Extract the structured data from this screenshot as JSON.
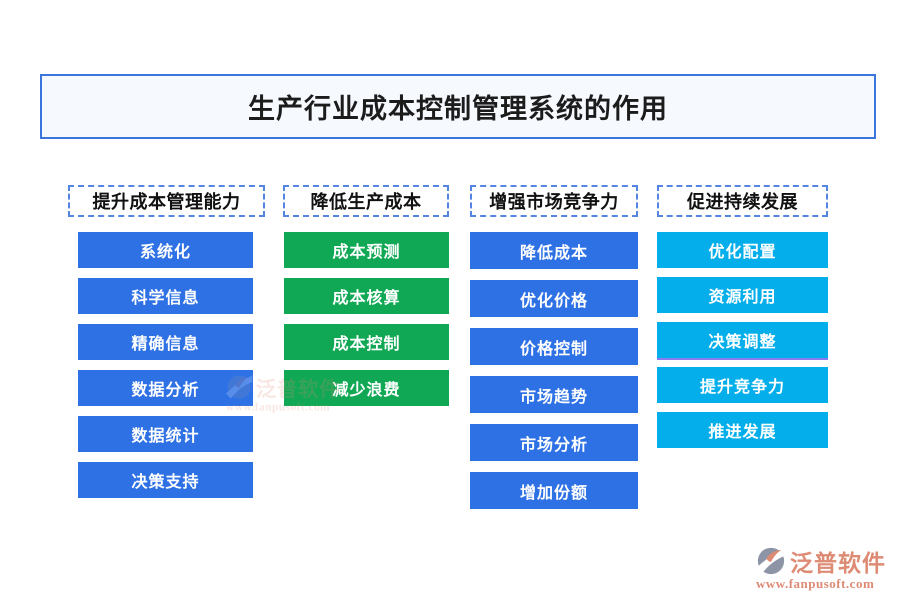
{
  "title": "生产行业成本控制管理系统的作用",
  "columns": [
    {
      "header": "提升成本管理能力",
      "color": "#2e71e5",
      "items": [
        "系统化",
        "科学信息",
        "精确信息",
        "数据分析",
        "数据统计",
        "决策支持"
      ]
    },
    {
      "header": "降低生产成本",
      "color": "#10a854",
      "items": [
        "成本预测",
        "成本核算",
        "成本控制",
        "减少浪费"
      ]
    },
    {
      "header": "增强市场竞争力",
      "color": "#2e71e5",
      "items": [
        "降低成本",
        "优化价格",
        "价格控制",
        "市场趋势",
        "市场分析",
        "增加份额"
      ]
    },
    {
      "header": "促进持续发展",
      "color": "#04aeea",
      "items": [
        "优化配置",
        "资源利用",
        "决策调整",
        "提升竞争力",
        "推进发展"
      ]
    }
  ],
  "watermark": {
    "brand": "泛普软件",
    "url": "www.fanpusoft.com"
  },
  "colors": {
    "title_border": "#3b76dc",
    "title_bg": "#f6f9fe",
    "header_border": "#5585e0",
    "text_dark": "#1c1c1c",
    "brand_salmon": "#dd8b74",
    "brand_gray": "#8d94a6",
    "underline_purple": "#8b7bf0"
  }
}
